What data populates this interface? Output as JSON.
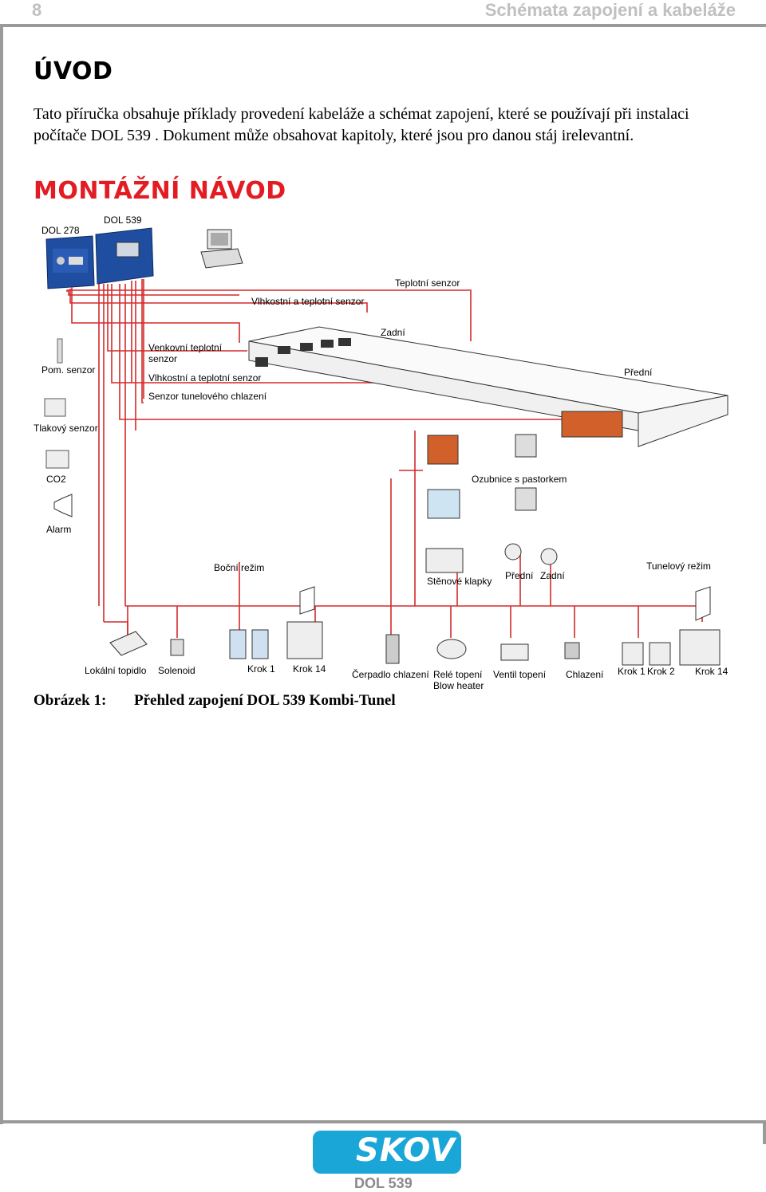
{
  "header": {
    "page_number": "8",
    "section_title": "Schémata zapojení a kabeláže"
  },
  "intro": {
    "heading": "ÚVOD",
    "text": "Tato příručka obsahuje příklady provedení kabeláže a schémat zapojení, které se používají při instalaci počítače DOL 539 . Dokument může obsahovat kapitoly, které jsou pro danou stáj irelevantní."
  },
  "mounting": {
    "heading": "MONTÁŽNÍ NÁVOD"
  },
  "diagram": {
    "labels": {
      "dol278": "DOL 278",
      "dol539": "DOL 539",
      "teplotni_senzor": "Teplotní senzor",
      "vlhkostni_teplotni_top": "Vlhkostní a teplotní senzor",
      "zadni": "Zadní",
      "pom_senzor": "Pom. senzor",
      "venkovni_1": "Venkovní teplotní",
      "venkovni_2": "senzor",
      "vlhkostni_teplotni": "Vlhkostní a teplotní senzor",
      "predni": "Přední",
      "senzor_tunel": "Senzor tunelového chlazení",
      "tlakovy": "Tlakový senzor",
      "co2": "CO2",
      "ozubnice": "Ozubnice s pastorkem",
      "alarm": "Alarm",
      "bocni_rezim": "Boční režim",
      "tunelovy_rezim": "Tunelový režim",
      "stenove_klapky": "Stěnové klapky",
      "predni2": "Přední",
      "zadni2": "Zadní",
      "lokalni_topidlo": "Lokální topidlo",
      "solenoid": "Solenoid",
      "krok1_a": "Krok 1",
      "krok14_a": "Krok 14",
      "cerpadlo": "Čerpadlo chlazení",
      "rele_1": "Relé topení",
      "rele_2": "Blow heater",
      "ventil": "Ventil topení",
      "chlazeni": "Chlazení",
      "krok1_b": "Krok 1",
      "krok2_b": "Krok 2",
      "krok14_b": "Krok 14"
    },
    "colors": {
      "wire": "#d42a2a",
      "controller": "#1f4ea1",
      "pad": "#d2602b"
    }
  },
  "figure": {
    "number": "Obrázek 1:",
    "caption": "Přehled zapojení DOL 539 Kombi-Tunel"
  },
  "footer": {
    "brand": "SKOV",
    "model": "DOL 539"
  }
}
